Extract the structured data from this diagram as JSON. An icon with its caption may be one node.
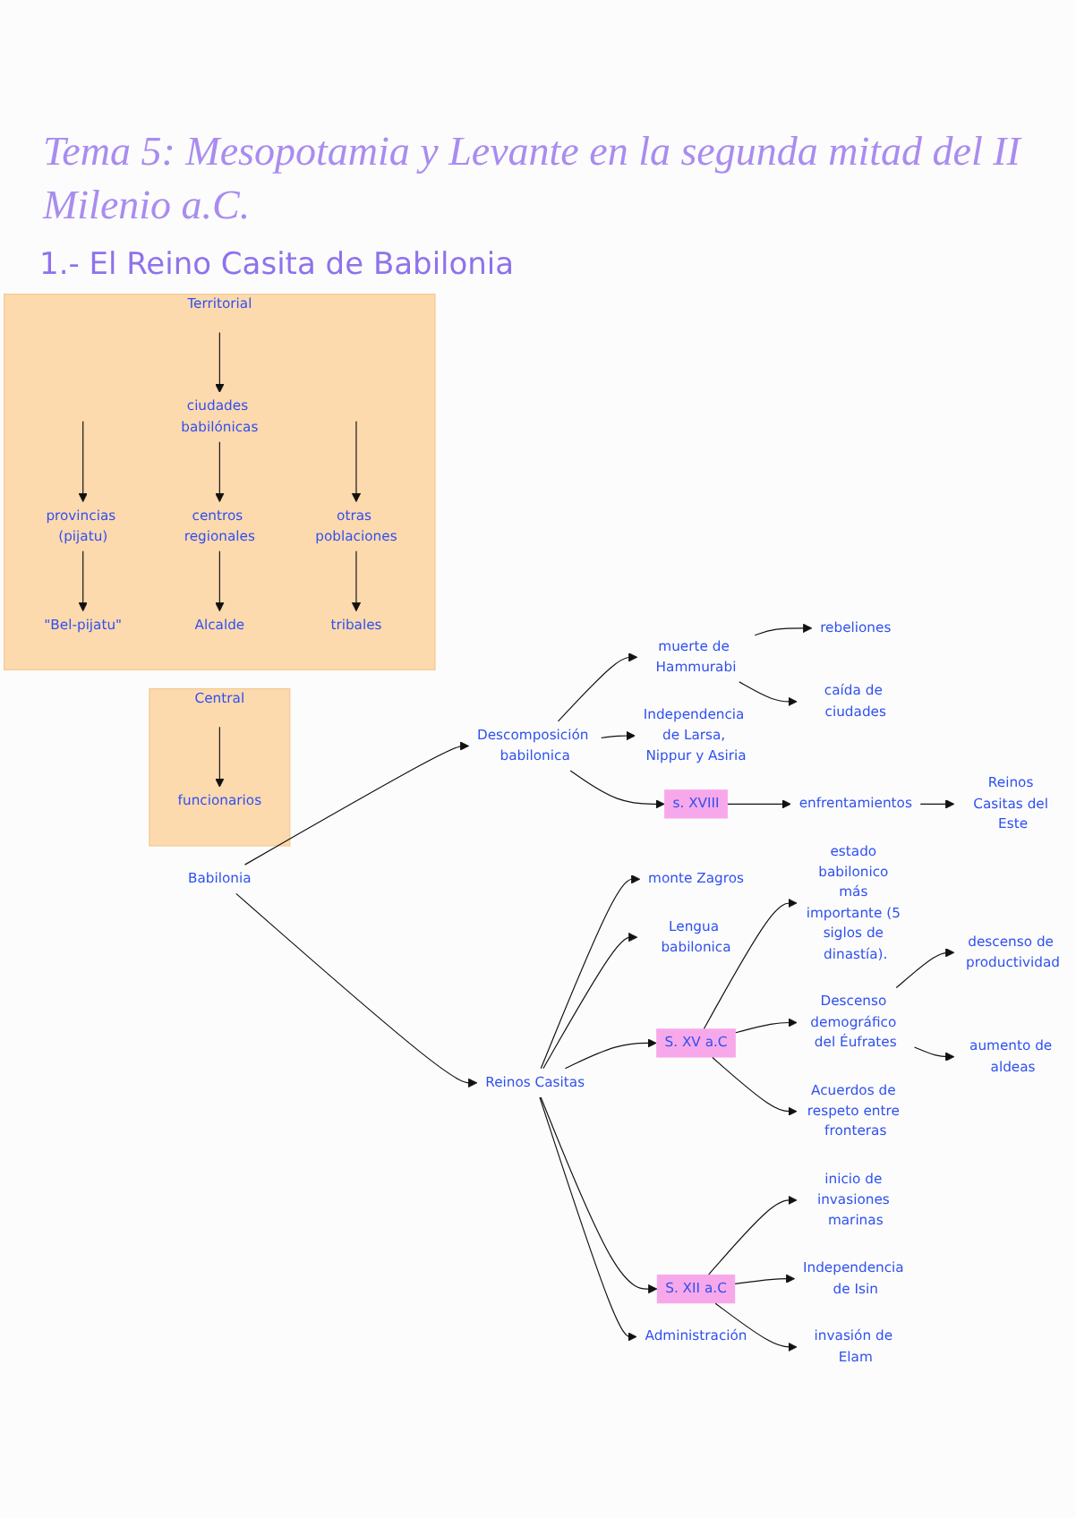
{
  "diagram": {
    "title": "Tema 5: Mesopotamia y Levante en la segunda mitad del II Milenio a.C.",
    "nodes": [
      {
        "text": [
          "Babilonia"
        ]
      },
      {
        "text": [
          "Descomposición babilonica"
        ]
      },
      {
        "text": [
          "muerte de Hammurabi"
        ]
      },
      {
        "text": [
          "rebeliones"
        ]
      },
      {
        "text": [
          "caída de ciudades"
        ]
      },
      {
        "text": [
          "Independencia de Larsa, Nippur y Asiria"
        ]
      },
      {
        "text": [
          "s. XVIII"
        ]
      },
      {
        "text": [
          "enfrentamientos"
        ]
      },
      {
        "text": [
          "Reinos Casitas del Este"
        ]
      },
      {
        "text": [
          "Reinos Casitas"
        ]
      },
      {
        "text": [
          "monte Zagros"
        ]
      },
      {
        "text": [
          "Lengua babilonica"
        ]
      },
      {
        "text": [
          "S. XV a.C"
        ]
      },
      {
        "text": [
          "estado babilonico más importante (5 siglos de dinastía)."
        ]
      },
      {
        "text": [
          "Descenso demográfico del Éufrates"
        ]
      },
      {
        "text": [
          "descenso de productividad"
        ]
      },
      {
        "text": [
          "aumento de aldeas"
        ]
      },
      {
        "text": [
          "Acuerdos de respeto entre fronteras"
        ]
      },
      {
        "text": [
          "S. XII a.C"
        ]
      },
      {
        "text": [
          "inicio de invasiones marinas"
        ]
      },
      {
        "text": [
          "Independencia de Isin"
        ]
      },
      {
        "text": [
          "invasión de Elam"
        ]
      },
      {
        "text": [
          "Administración"
        ]
      },
      {
        "text": [
          "Central"
        ]
      },
      {
        "text": [
          "funcionarios"
        ],
        "in": 23
      },
      {
        "text": [
          "Territorial"
        ]
      },
      {
        "text": [
          "provincias (pijatu)"
        ],
        "in": 25
      },
      {
        "text": [
          "\"Bel-pijatu\""
        ],
        "in": 25
      },
      {
        "text": [
          "ciudades babilónicas"
        ],
        "in": 25
      },
      {
        "text": [
          "centros regionales"
        ],
        "in": 25
      },
      {
        "text": [
          "Alcalde"
        ],
        "in": 25
      },
      {
        "text": [
          "otras poblaciones"
        ],
        "in": 25
      },
      {
        "text": [
          "tribales"
        ],
        "in": 25
      }
    ],
    "edges": [
      {
        "from": 0,
        "to": 1,
        "arrow": "to"
      },
      {
        "from": 1,
        "to": 2,
        "arrow": "to"
      },
      {
        "from": 2,
        "to": 3,
        "arrow": "to"
      },
      {
        "from": 2,
        "to": 4,
        "arrow": "to"
      },
      {
        "from": 1,
        "to": 5,
        "arrow": "to"
      },
      {
        "from": 1,
        "to": 6,
        "arrow": "to"
      },
      {
        "from": 6,
        "to": 7,
        "arrow": "to"
      },
      {
        "from": 7,
        "to": 8,
        "arrow": "to"
      },
      {
        "from": 0,
        "to": 9,
        "arrow": "to"
      },
      {
        "from": 9,
        "to": 10,
        "arrow": "to"
      },
      {
        "from": 9,
        "to": 11,
        "arrow": "to"
      },
      {
        "from": 9,
        "to": 12,
        "arrow": "to"
      },
      {
        "from": 12,
        "to": 13,
        "arrow": "to"
      },
      {
        "from": 12,
        "to": 14,
        "arrow": "to"
      },
      {
        "from": 14,
        "to": 15,
        "arrow": "to"
      },
      {
        "from": 14,
        "to": 16,
        "arrow": "to"
      },
      {
        "from": 12,
        "to": 17,
        "arrow": "to"
      },
      {
        "from": 9,
        "to": 18,
        "arrow": "to"
      },
      {
        "from": 18,
        "to": 19,
        "arrow": "to"
      },
      {
        "from": 18,
        "to": 20,
        "arrow": "to"
      },
      {
        "from": 18,
        "to": 21,
        "arrow": "to"
      },
      {
        "from": 9,
        "to": 22,
        "arrow": "to"
      },
      {
        "from": null,
        "to": 24,
        "arrow": "to"
      },
      {
        "from": null,
        "to": 26,
        "arrow": "to"
      },
      {
        "from": 26,
        "to": 27,
        "arrow": "to"
      },
      {
        "from": null,
        "to": 28,
        "arrow": "to"
      },
      {
        "from": 28,
        "to": 29,
        "arrow": "to"
      },
      {
        "from": 29,
        "to": 30,
        "arrow": "to"
      },
      {
        "from": null,
        "to": 31,
        "arrow": "to"
      },
      {
        "from": 31,
        "to": 32,
        "arrow": "to"
      }
    ],
    "labels": [
      "1.- El Reino Casita de Babilonia"
    ]
  }
}
